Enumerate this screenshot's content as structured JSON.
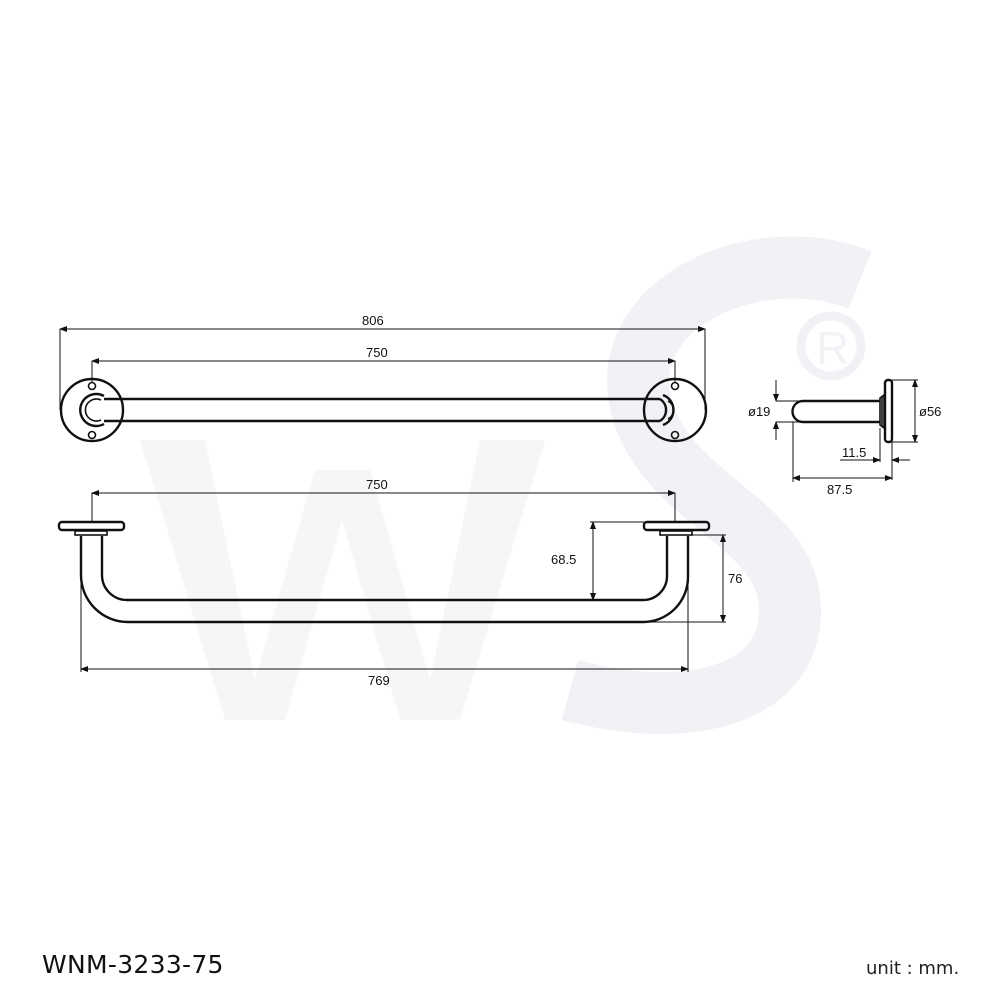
{
  "title": {
    "model_number": "WNM-3233-75",
    "unit_label": "unit : mm."
  },
  "watermark": {
    "letters": "WS",
    "registered_symbol": "®",
    "color": "#f3f4f7"
  },
  "front_view": {
    "overall_length": "806",
    "center_distance": "750"
  },
  "side_view": {
    "tube_diameter": "ø19",
    "flange_diameter": "ø56",
    "flange_thickness": "11.5",
    "projection": "87.5"
  },
  "top_view": {
    "center_distance": "750",
    "inner_projection": "68.5",
    "outer_projection": "76",
    "overall_width": "769"
  },
  "colors": {
    "line": "#111111",
    "background": "#ffffff"
  }
}
